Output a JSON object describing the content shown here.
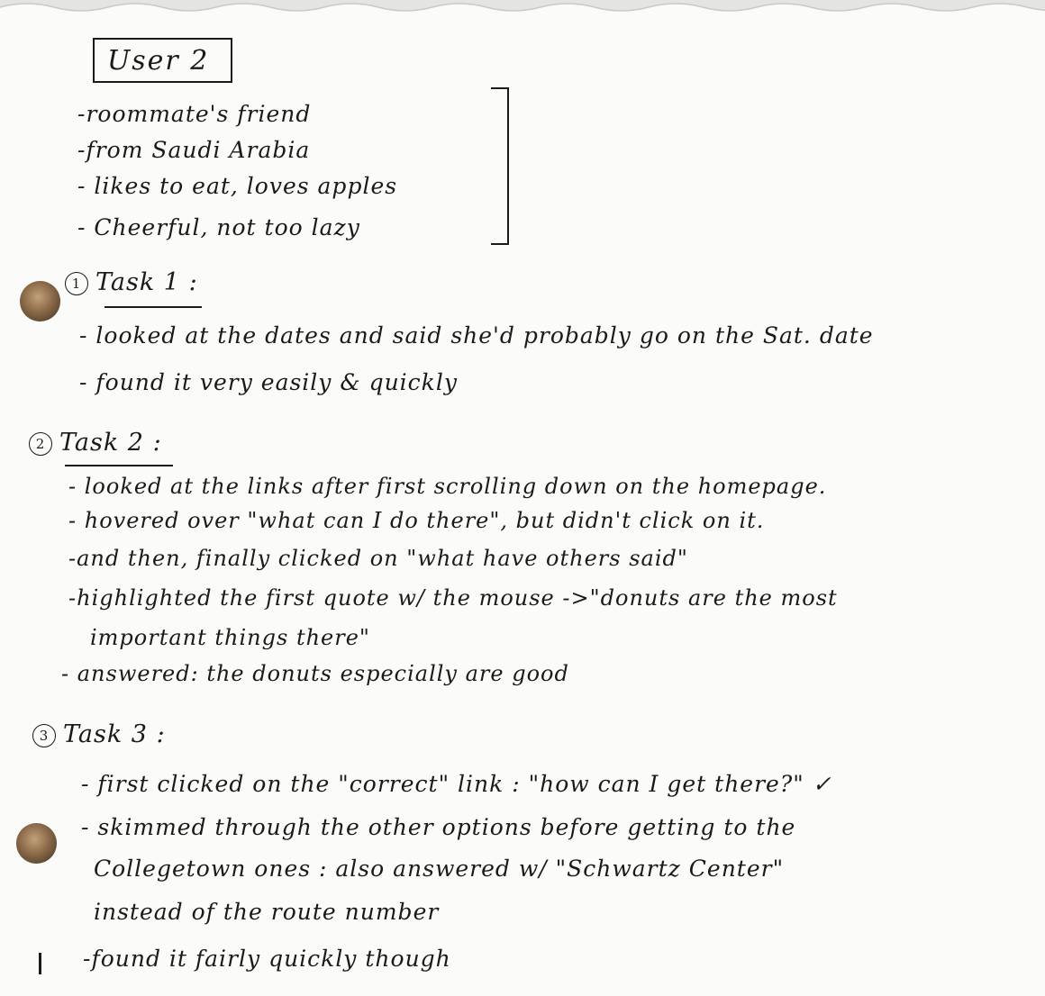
{
  "title": "User 2",
  "profile": [
    "-roommate's friend",
    "-from Saudi Arabia",
    "- likes to eat, loves apples",
    "- Cheerful, not too lazy"
  ],
  "tasks": [
    {
      "number": "1",
      "heading": "Task 1 :",
      "notes": [
        "- looked at the dates and said she'd probably go on the Sat. date",
        "- found it very easily & quickly"
      ]
    },
    {
      "number": "2",
      "heading": "Task 2 :",
      "notes": [
        "- looked at the links after first scrolling down on the homepage.",
        "- hovered over \"what can I do there\", but didn't click on it.",
        "-and then, finally clicked on \"what have others said\"",
        "-highlighted the first quote w/ the mouse ->\"donuts are the most",
        "important things there\"",
        "- answered: the donuts especially are good"
      ]
    },
    {
      "number": "3",
      "heading": "Task 3 :",
      "notes": [
        "- first clicked on the \"correct\" link : \"how can I get there?\" ✓",
        "- skimmed through the other options before getting to the",
        "Collegetown ones : also answered w/ \"Schwartz Center\"",
        "instead of the route number",
        "-found it fairly quickly though"
      ]
    }
  ]
}
